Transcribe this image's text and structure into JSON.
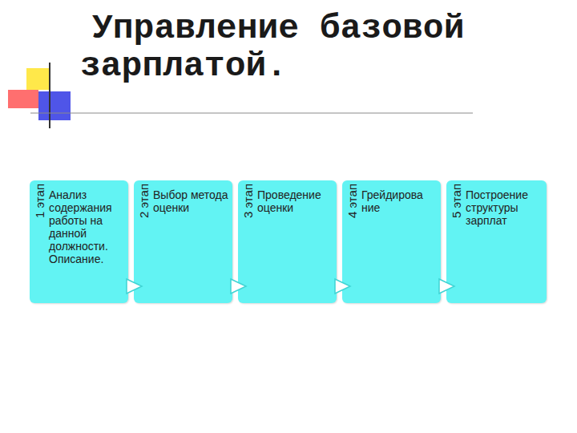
{
  "diagram": {
    "title": "Управление базовой зарплатой.",
    "nodes": [
      {
        "text": [
          "1 этап",
          "Анализ содержания работы на данной должности. Описание."
        ]
      },
      {
        "text": [
          "2 этап",
          "Выбор метода оценки"
        ]
      },
      {
        "text": [
          "3 этап",
          "Проведение оценки"
        ]
      },
      {
        "text": [
          "4 этап",
          "Грейдирова ние"
        ]
      },
      {
        "text": [
          "5 этап",
          "Построение структуры зарплат"
        ]
      }
    ],
    "edges": [
      {
        "from": 0,
        "to": 1,
        "arrow": "to"
      },
      {
        "from": 1,
        "to": 2,
        "arrow": "to"
      },
      {
        "from": 2,
        "to": 3,
        "arrow": "to"
      },
      {
        "from": 3,
        "to": 4,
        "arrow": "to"
      }
    ]
  }
}
